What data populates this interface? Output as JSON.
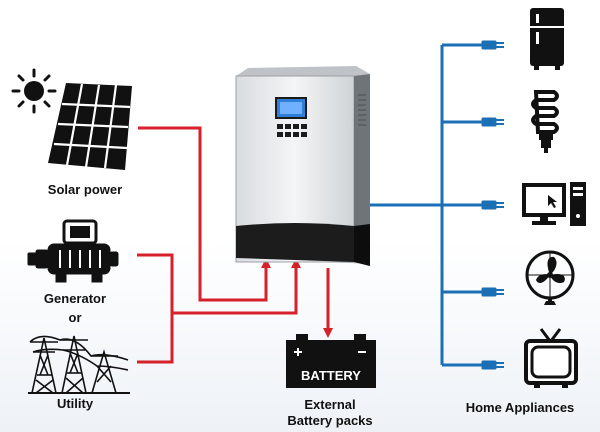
{
  "labels": {
    "solar": "Solar power",
    "generator": "Generator",
    "or": "or",
    "utility": "Utility",
    "battery_line1": "External",
    "battery_line2": "Battery packs",
    "appliances": "Home Appliances",
    "battery_text": "BATTERY"
  },
  "colors": {
    "input_wire": "#d6202a",
    "output_wire": "#1a6fb5",
    "icon": "#111111",
    "inverter_body": "#e8eaec",
    "inverter_base": "#1c1c1c",
    "display": "#2f7fd6"
  },
  "icons": [
    "sun-icon",
    "solar-panel-icon",
    "generator-icon",
    "utility-tower-icon",
    "inverter-icon",
    "battery-icon",
    "refrigerator-icon",
    "light-bulb-icon",
    "computer-icon",
    "fan-icon",
    "tv-icon"
  ]
}
